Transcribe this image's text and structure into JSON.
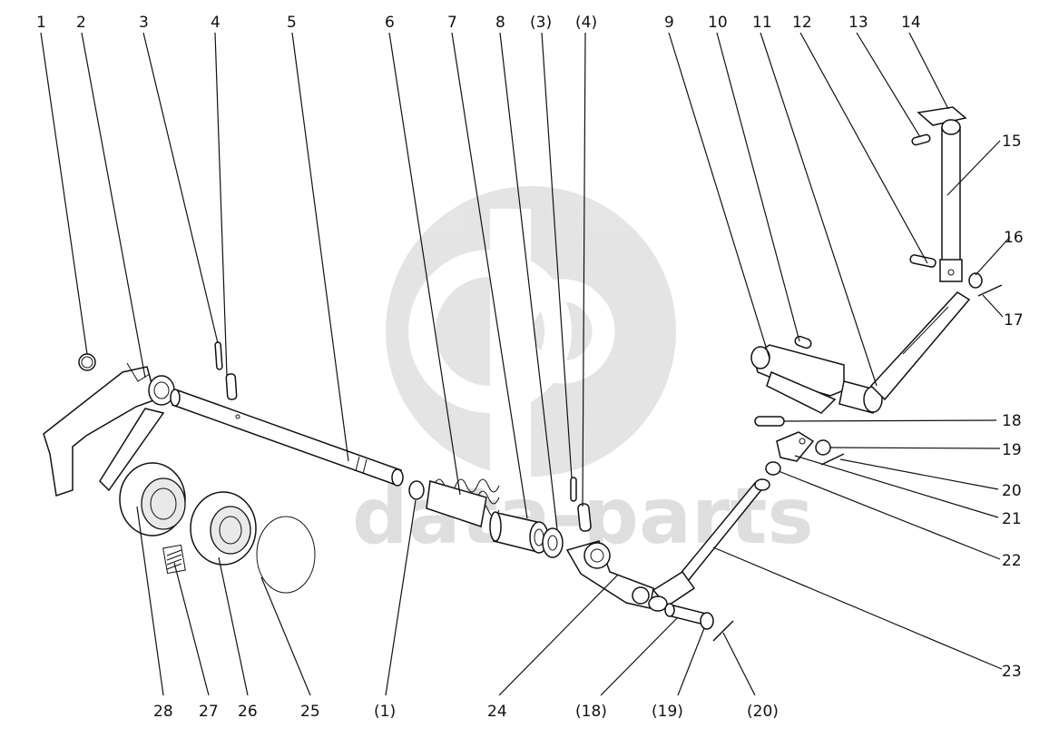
{
  "watermark": {
    "text": "data-parts",
    "color": "#d4d4d4"
  },
  "labels": {
    "l1": "1",
    "l2": "2",
    "l3": "3",
    "l4": "4",
    "l5": "5",
    "l6": "6",
    "l7": "7",
    "l8": "8",
    "l3r": "(3)",
    "l4r": "(4)",
    "l9": "9",
    "l10": "10",
    "l11": "11",
    "l12": "12",
    "l13": "13",
    "l14": "14",
    "l15": "15",
    "l16": "16",
    "l17": "17",
    "l18": "18",
    "l19": "19",
    "l20": "20",
    "l21": "21",
    "l22": "22",
    "l23": "23",
    "l24": "24",
    "l25": "25",
    "l26": "26",
    "l27": "27",
    "l28": "28",
    "l1r": "(1)",
    "l18r": "(18)",
    "l19r": "(19)",
    "l20r": "(20)"
  }
}
